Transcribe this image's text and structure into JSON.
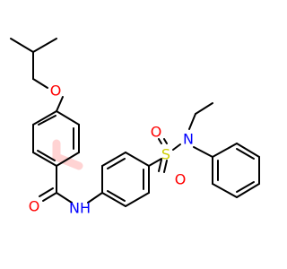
{
  "molecule": {
    "atoms": {
      "ether_oxygen": "O",
      "carbonyl_oxygen": "O",
      "amide_nitrogen": "NH",
      "sulfur": "S",
      "sulfonyl_oxygen_top": "O",
      "sulfonyl_oxygen_bottom": "O",
      "sulfonamide_nitrogen": "N"
    },
    "colors": {
      "bond": "#000000",
      "oxygen": "#ff0000",
      "nitrogen": "#0000ff",
      "sulfur": "#cccc00",
      "ring_highlight": "#ff8080"
    }
  }
}
